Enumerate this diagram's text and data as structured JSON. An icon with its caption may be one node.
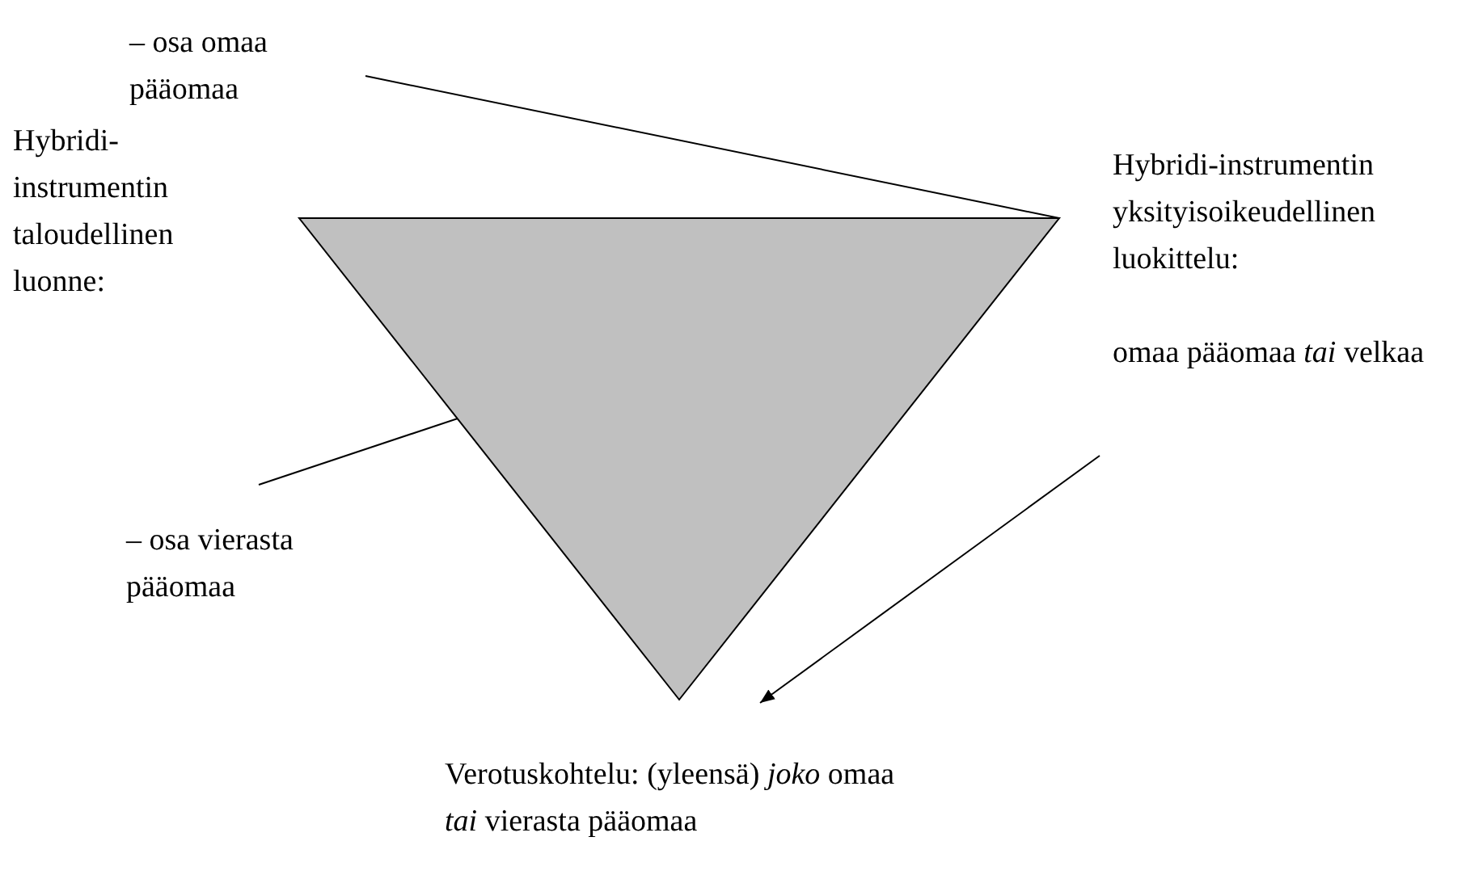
{
  "diagram": {
    "nodes": [
      {
        "text": [
          "– osa omaa pääomaa"
        ]
      },
      {
        "text": [
          "Hybridi-instrumentin taloudellinen luonne:"
        ]
      },
      {
        "text": [],
        "shape": "triangle"
      },
      {
        "text": [
          "Hybridi-instrumentin yksityisoikeudellinen luokittelu:",
          "omaa pääomaa *tai* velkaa"
        ]
      },
      {
        "text": [
          "– osa vierasta pääomaa"
        ]
      },
      {
        "text": [
          "Verotuskohtelu: (yleensä) *joko* omaa *tai* vierasta pääomaa"
        ]
      }
    ],
    "edges": [
      {
        "from": 0,
        "to": 2,
        "arrow": "none"
      },
      {
        "from": 4,
        "to": 2,
        "arrow": "none"
      },
      {
        "from": 3,
        "to": 5,
        "arrow": "to"
      }
    ]
  }
}
